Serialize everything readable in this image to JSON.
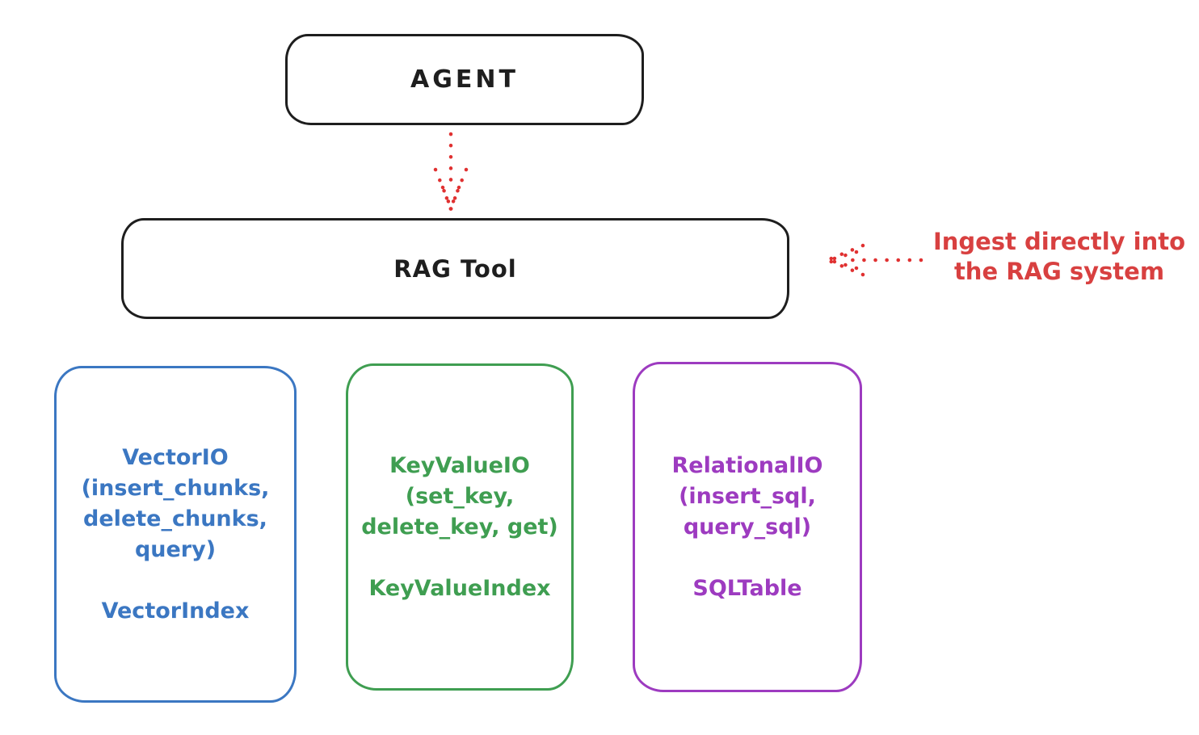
{
  "nodes": {
    "agent": {
      "label": "AGENT"
    },
    "rag_tool": {
      "label": "RAG Tool"
    },
    "vector": {
      "line1": "VectorIO",
      "line2": "(insert_chunks,",
      "line3": "delete_chunks,",
      "line4": "query)",
      "index": "VectorIndex",
      "color": "#3b77c2"
    },
    "keyvalue": {
      "line1": "KeyValueIO",
      "line2": "(set_key,",
      "line3": "delete_key, get)",
      "index": "KeyValueIndex",
      "color": "#3f9e51"
    },
    "relational": {
      "line1": "RelationalIO",
      "line2": "(insert_sql,",
      "line3": "query_sql)",
      "index": "SQLTable",
      "color": "#9d3bc0"
    }
  },
  "annotation": {
    "line1": "Ingest directly into",
    "line2": "the RAG system",
    "color": "#d84040"
  },
  "arrows": {
    "agent_to_ragtool": "dotted-red-arrow-down",
    "ingest_into_ragtool": "dotted-red-arrow-left"
  },
  "colors": {
    "stroke_black": "#1e1e1e",
    "arrow_red": "#e03131",
    "vector_blue": "#3b77c2",
    "keyvalue_green": "#3f9e51",
    "relational_purple": "#9d3bc0",
    "background": "#ffffff"
  }
}
